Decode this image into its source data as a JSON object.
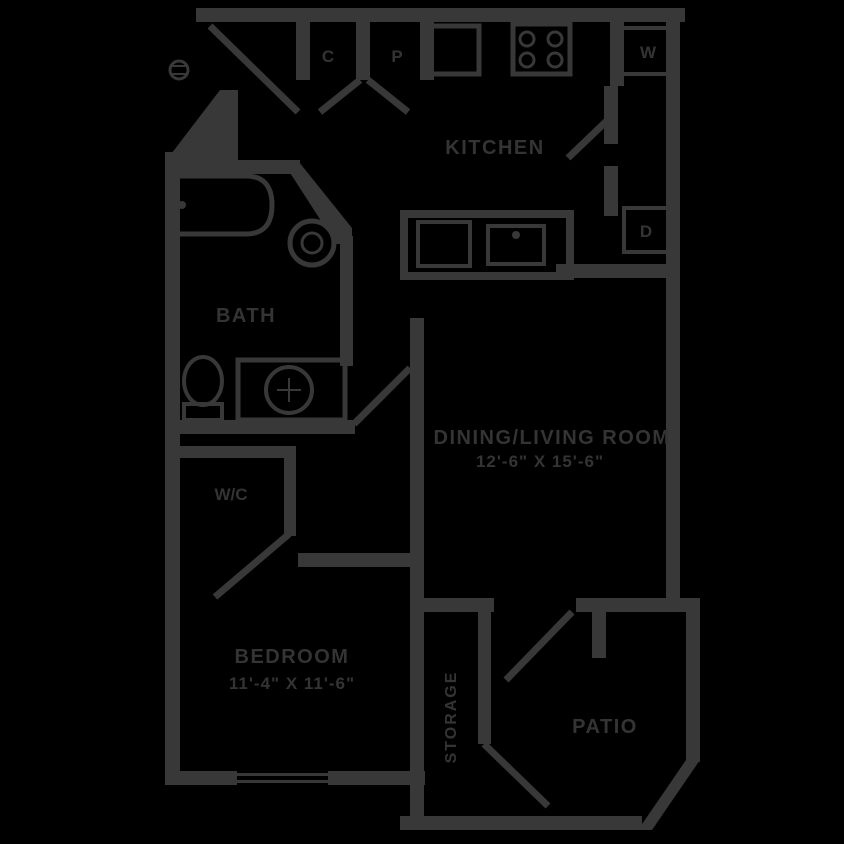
{
  "meta": {
    "background_color": "#000000",
    "wall_color": "#383838",
    "text_color": "#343434",
    "drawing_type": "apartment floor plan"
  },
  "rooms": {
    "kitchen": {
      "label": "KITCHEN"
    },
    "bath": {
      "label": "BATH"
    },
    "wc": {
      "label": "W/C"
    },
    "bedroom": {
      "label": "BEDROOM",
      "dimensions": "11'-4\" X 11'-6\""
    },
    "dining_living": {
      "label": "DINING/LIVING ROOM",
      "dimensions": "12'-6\" X 15'-6\""
    },
    "patio": {
      "label": "PATIO"
    },
    "storage": {
      "label": "STORAGE"
    }
  },
  "appliances": {
    "washer": "W",
    "dryer": "D",
    "closet": "C",
    "pantry": "P"
  }
}
